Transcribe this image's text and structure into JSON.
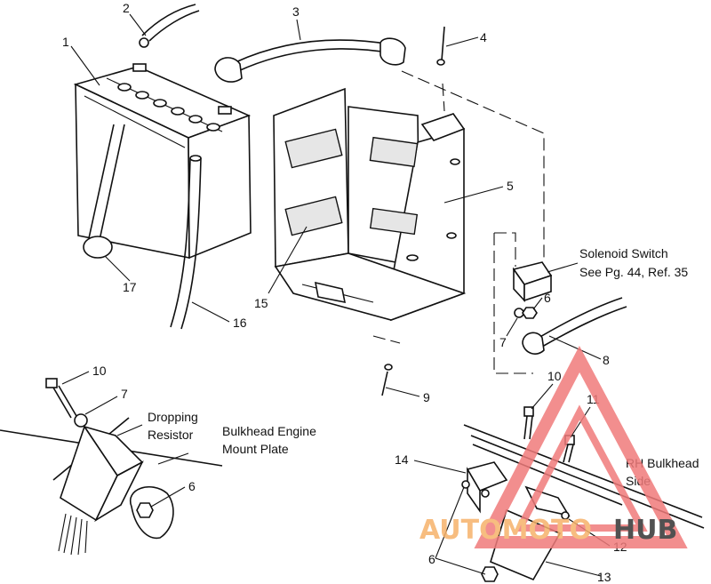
{
  "callouts": {
    "c1": "1",
    "c2": "2",
    "c3": "3",
    "c4": "4",
    "c5": "5",
    "c6a": "6",
    "c6b": "6",
    "c6c": "6",
    "c7a": "7",
    "c7b": "7",
    "c8": "8",
    "c9": "9",
    "c10a": "10",
    "c10b": "10",
    "c11": "11",
    "c12": "12",
    "c13": "13",
    "c14": "14",
    "c15": "15",
    "c16": "16",
    "c17": "17"
  },
  "notes": {
    "solenoid_line1": "Solenoid Switch",
    "solenoid_line2": "See Pg. 44, Ref. 35",
    "dropping_line1": "Dropping",
    "dropping_line2": "Resistor",
    "bulkhead_line1": "Bulkhead Engine",
    "bulkhead_line2": "Mount Plate",
    "rh_line1": "RH Bulkhead",
    "rh_line2": "Side"
  },
  "watermark": {
    "part1": "AUTOMOTO",
    "part2": "HUB",
    "color_red": "#f07b7b",
    "color_orange": "#f6b26b",
    "color_dark": "#333333"
  }
}
